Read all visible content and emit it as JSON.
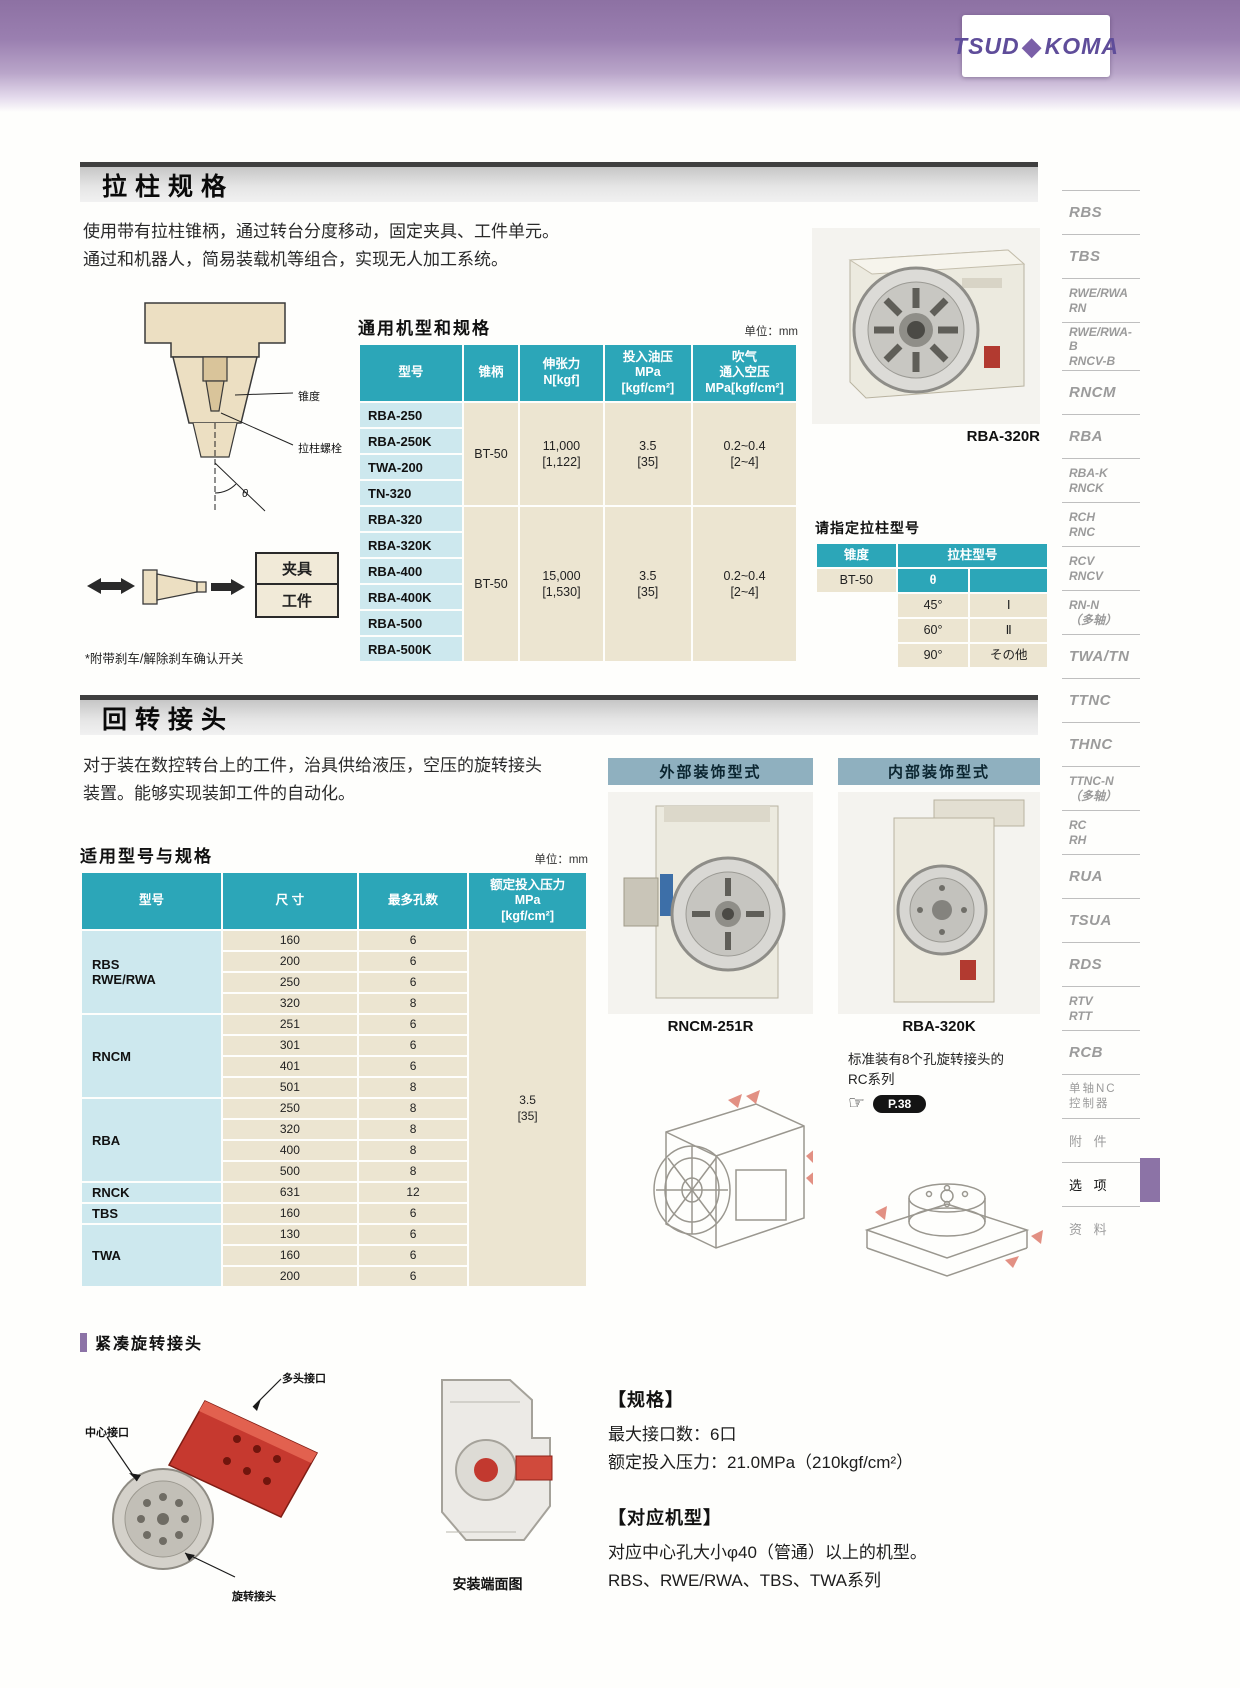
{
  "colors": {
    "teal": "#2CA6B8",
    "model-blue": "#CDE8EE",
    "beige": "#ECE5D1",
    "accent-purple": "#8C73A6",
    "header-purple": "#9A7FB0",
    "part-red": "#C6392F"
  },
  "header": {
    "logo_left": "TSUD",
    "logo_right": "KOMA",
    "logo_diamond": "◆"
  },
  "sidebar": {
    "items": [
      {
        "id": "rbs",
        "style": "en",
        "lines": [
          "RBS"
        ]
      },
      {
        "id": "tbs",
        "style": "en",
        "lines": [
          "TBS"
        ]
      },
      {
        "id": "rwe-rwa-rn",
        "style": "en2",
        "lines": [
          "RWE/RWA",
          "RN"
        ]
      },
      {
        "id": "rwe-rwa-b-rncv-b",
        "style": "en2",
        "lines": [
          "RWE/RWA-B",
          "RNCV-B"
        ]
      },
      {
        "id": "rncm",
        "style": "en",
        "lines": [
          "RNCM"
        ]
      },
      {
        "id": "rba",
        "style": "en",
        "lines": [
          "RBA"
        ]
      },
      {
        "id": "rba-k-rnck",
        "style": "en2",
        "lines": [
          "RBA-K",
          "RNCK"
        ]
      },
      {
        "id": "rch-rnc",
        "style": "en2",
        "lines": [
          "RCH",
          "RNC"
        ]
      },
      {
        "id": "rcv-rncv",
        "style": "en2",
        "lines": [
          "RCV",
          "RNCV"
        ]
      },
      {
        "id": "rn-n",
        "style": "en2",
        "lines": [
          "RN-N",
          "（多轴）"
        ]
      },
      {
        "id": "twa-tn",
        "style": "en",
        "lines": [
          "TWA/TN"
        ]
      },
      {
        "id": "ttnc",
        "style": "en",
        "lines": [
          "TTNC"
        ]
      },
      {
        "id": "thnc",
        "style": "en",
        "lines": [
          "THNC"
        ]
      },
      {
        "id": "ttnc-n",
        "style": "en2",
        "lines": [
          "TTNC-N",
          "（多轴）"
        ]
      },
      {
        "id": "rc-rh",
        "style": "en2",
        "lines": [
          "RC",
          "RH"
        ]
      },
      {
        "id": "rua",
        "style": "en",
        "lines": [
          "RUA"
        ]
      },
      {
        "id": "tsua",
        "style": "en",
        "lines": [
          "TSUA"
        ]
      },
      {
        "id": "rds",
        "style": "en",
        "lines": [
          "RDS"
        ]
      },
      {
        "id": "rtv-rtt",
        "style": "en2",
        "lines": [
          "RTV",
          "RTT"
        ]
      },
      {
        "id": "rcb",
        "style": "en",
        "lines": [
          "RCB"
        ]
      },
      {
        "id": "nc-controller",
        "style": "cn2",
        "lines": [
          "单轴NC",
          "控制器"
        ]
      },
      {
        "id": "accessories",
        "style": "cn",
        "lines": [
          "附 件"
        ]
      },
      {
        "id": "options",
        "style": "cn",
        "active": true,
        "lines": [
          "选 项"
        ]
      },
      {
        "id": "materials",
        "style": "cn",
        "lines": [
          "资 料"
        ]
      }
    ]
  },
  "section1": {
    "title": "拉柱规格",
    "desc1": "使用带有拉柱锥柄，通过转台分度移动，固定夹具、工件单元。",
    "desc2": "通过和机器人，简易装载机等组合，实现无人加工系统。",
    "diagram": {
      "taper_label": "锥度",
      "bolt_label": "拉柱螺栓",
      "theta": "θ",
      "clamp_label": "夹具",
      "work_label": "工件",
      "note": "*附带刹车/解除刹车确认开关"
    },
    "table": {
      "title": "通用机型和规格",
      "unit": "单位：mm",
      "headers": [
        "型号",
        "锥柄",
        "伸张力\nN[kgf]",
        "投入油压\nMPa\n[kgf/cm²]",
        "吹气\n通入空压\nMPa[kgf/cm²]"
      ],
      "groups": [
        {
          "models": [
            "RBA-250",
            "RBA-250K",
            "TWA-200",
            "TN-320"
          ],
          "shank": "BT-50",
          "force": "11,000\n[1,122]",
          "oil": "3.5\n[35]",
          "air": "0.2~0.4\n[2~4]"
        },
        {
          "models": [
            "RBA-320",
            "RBA-320K",
            "RBA-400",
            "RBA-400K",
            "RBA-500",
            "RBA-500K"
          ],
          "shank": "BT-50",
          "force": "15,000\n[1,530]",
          "oil": "3.5\n[35]",
          "air": "0.2~0.4\n[2~4]"
        }
      ]
    },
    "photo_caption": "RBA-320R",
    "stud_table": {
      "title": "请指定拉柱型号",
      "col1": "锥度",
      "col2": "拉柱型号",
      "shank": "BT-50",
      "theta": "θ",
      "rows": [
        [
          "45°",
          "Ⅰ"
        ],
        [
          "60°",
          "Ⅱ"
        ],
        [
          "90°",
          "その他"
        ]
      ]
    }
  },
  "section2": {
    "title": "回转接头",
    "desc1": "对于装在数控转台上的工件，治具供给液压，空压的旋转接头",
    "desc2": "装置。能够实现装卸工件的自动化。",
    "table": {
      "title": "适用型号与规格",
      "unit": "单位：mm",
      "headers": [
        "型号",
        "尺 寸",
        "最多孔数",
        "额定投入压力\nMPa\n[kgf/cm²]"
      ],
      "pressure": "3.5\n[35]",
      "groups": [
        {
          "model": "RBS\nRWE/RWA",
          "rows": [
            [
              "160",
              "6"
            ],
            [
              "200",
              "6"
            ],
            [
              "250",
              "6"
            ],
            [
              "320",
              "8"
            ]
          ]
        },
        {
          "model": "RNCM",
          "rows": [
            [
              "251",
              "6"
            ],
            [
              "301",
              "6"
            ],
            [
              "401",
              "6"
            ],
            [
              "501",
              "8"
            ]
          ]
        },
        {
          "model": "RBA",
          "rows": [
            [
              "250",
              "8"
            ],
            [
              "320",
              "8"
            ],
            [
              "400",
              "8"
            ],
            [
              "500",
              "8"
            ]
          ]
        },
        {
          "model": "RNCK",
          "rows": [
            [
              "631",
              "12"
            ]
          ]
        },
        {
          "model": "TBS",
          "rows": [
            [
              "160",
              "6"
            ]
          ]
        },
        {
          "model": "TWA",
          "rows": [
            [
              "130",
              "6"
            ],
            [
              "160",
              "6"
            ],
            [
              "200",
              "6"
            ]
          ]
        }
      ]
    },
    "ext_header": "外部装饰型式",
    "ext_caption": "RNCM-251R",
    "int_header": "内部装饰型式",
    "int_caption": "RBA-320K",
    "rc_note1": "标准装有8个孔旋转接头的",
    "rc_note2": "RC系列",
    "hand": "☞",
    "page_ref": "P.38"
  },
  "section3": {
    "title": "紧凑旋转接头",
    "labels": {
      "multi": "多头接口",
      "center": "中心接口",
      "rotary": "旋转接头",
      "mount": "安装端面图"
    },
    "spec_title": "【规格】",
    "spec_line1": "最大接口数：6口",
    "spec_line2": "额定投入压力：21.0MPa（210kgf/cm²）",
    "model_title": "【对应机型】",
    "model_line1": "对应中心孔大小φ40（管通）以上的机型。",
    "model_line2": "RBS、RWE/RWA、TBS、TWA系列"
  }
}
